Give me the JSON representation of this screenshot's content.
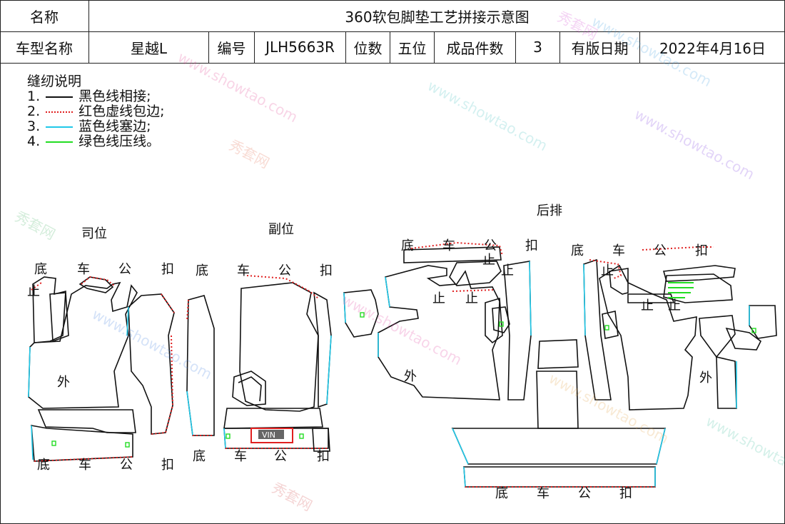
{
  "header": {
    "name_label": "名称",
    "title": "360软包脚垫工艺拼接示意图",
    "model_label": "车型名称",
    "model_value": "星越L",
    "code_label": "编号",
    "code_value": "JLH5663R",
    "seats_label": "位数",
    "seats_value": "五位",
    "count_label": "成品件数",
    "count_value": "3",
    "date_label": "有版日期",
    "date_value": "2022年4月16日"
  },
  "legend": {
    "title": "缝纫说明",
    "items": [
      {
        "num": "1.",
        "text": "黑色线相接;",
        "color": "#111111",
        "style": "solid"
      },
      {
        "num": "2.",
        "text": "红色虚线包边;",
        "color": "#e02020",
        "style": "dotted"
      },
      {
        "num": "3.",
        "text": "蓝色线塞边;",
        "color": "#20c8e8",
        "style": "solid"
      },
      {
        "num": "4.",
        "text": "绿色线压线。",
        "color": "#22dd22",
        "style": "solid"
      }
    ]
  },
  "sections": {
    "driver": "司位",
    "passenger": "副位",
    "rear": "后排"
  },
  "labels": {
    "di": "底",
    "che": "车",
    "gong": "公",
    "kou": "扣",
    "zhi": "止",
    "wai": "外",
    "vin": "VIN"
  },
  "watermark": {
    "cn": "秀套网",
    "url": "www.showtao.com"
  },
  "colors": {
    "black": "#111111",
    "red": "#e02020",
    "cyan": "#20c8e8",
    "green": "#22dd22"
  }
}
